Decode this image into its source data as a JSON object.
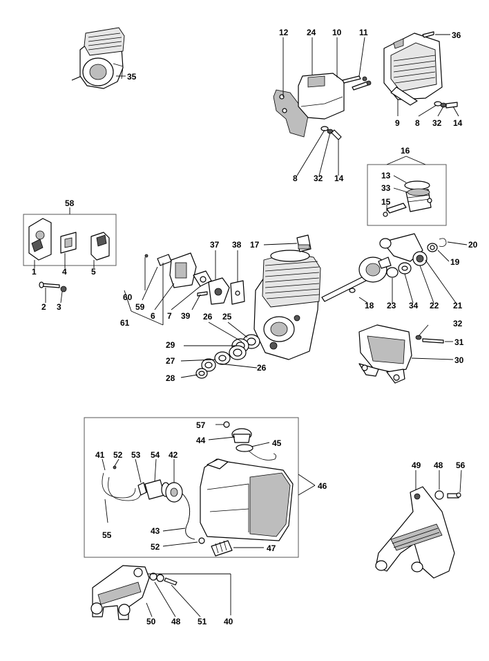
{
  "labels": {
    "p35": "35",
    "p12": "12",
    "p24": "24",
    "p10": "10",
    "p11": "11",
    "p36": "36",
    "p9": "9",
    "p8a": "8",
    "p32a": "32",
    "p14a": "14",
    "p8b": "8",
    "p32b": "32",
    "p14b": "14",
    "p16": "16",
    "p13": "13",
    "p33": "33",
    "p15": "15",
    "p58": "58",
    "p1": "1",
    "p4": "4",
    "p5": "5",
    "p2": "2",
    "p3": "3",
    "p60": "60",
    "p61": "61",
    "p59": "59",
    "p6": "6",
    "p7": "7",
    "p39": "39",
    "p37": "37",
    "p38": "38",
    "p17": "17",
    "p26a": "26",
    "p25": "25",
    "p29": "29",
    "p27": "27",
    "p26b": "26",
    "p28": "28",
    "p20": "20",
    "p19": "19",
    "p18": "18",
    "p23": "23",
    "p34": "34",
    "p22": "22",
    "p21": "21",
    "p32c": "32",
    "p31": "31",
    "p30": "30",
    "p57": "57",
    "p44": "44",
    "p45": "45",
    "p41": "41",
    "p52a": "52",
    "p53": "53",
    "p54": "54",
    "p42": "42",
    "p46": "46",
    "p55": "55",
    "p43": "43",
    "p52b": "52",
    "p47": "47",
    "p49": "49",
    "p48a": "48",
    "p56": "56",
    "p50": "50",
    "p48b": "48",
    "p51": "51",
    "p40": "40"
  }
}
